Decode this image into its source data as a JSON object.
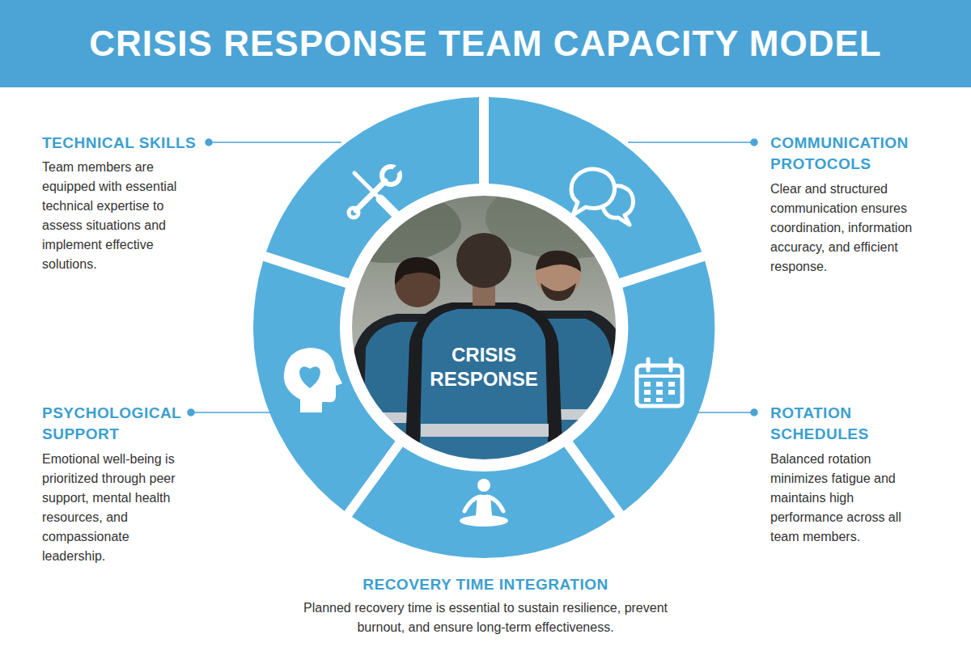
{
  "diagram": {
    "title": "CRISIS RESPONSE TEAM CAPACITY MODEL",
    "nodes": [
      {
        "text": [
          "TECHNICAL SKILLS",
          "Team members are equipped with essential technical expertise to assess situations and implement effective solutions."
        ]
      },
      {
        "text": [
          "COMMUNICATION PROTOCOLS",
          "Clear and structured communication ensures coordination, information accuracy, and efficient response."
        ]
      },
      {
        "text": [
          "PSYCHOLOGICAL SUPPORT",
          "Emotional well-being is prioritized through peer support, mental health resources, and compassionate leadership."
        ]
      },
      {
        "text": [
          "ROTATION SCHEDULES",
          "Balanced rotation minimizes fatigue and maintains high performance across all team members."
        ]
      },
      {
        "text": [
          "RECOVERY TIME INTEGRATION",
          "Planned recovery time is essential to sustain resilience, prevent burnout, and ensure long-term effectiveness."
        ]
      }
    ],
    "labels": [
      "CRISIS RESPONSE"
    ]
  }
}
